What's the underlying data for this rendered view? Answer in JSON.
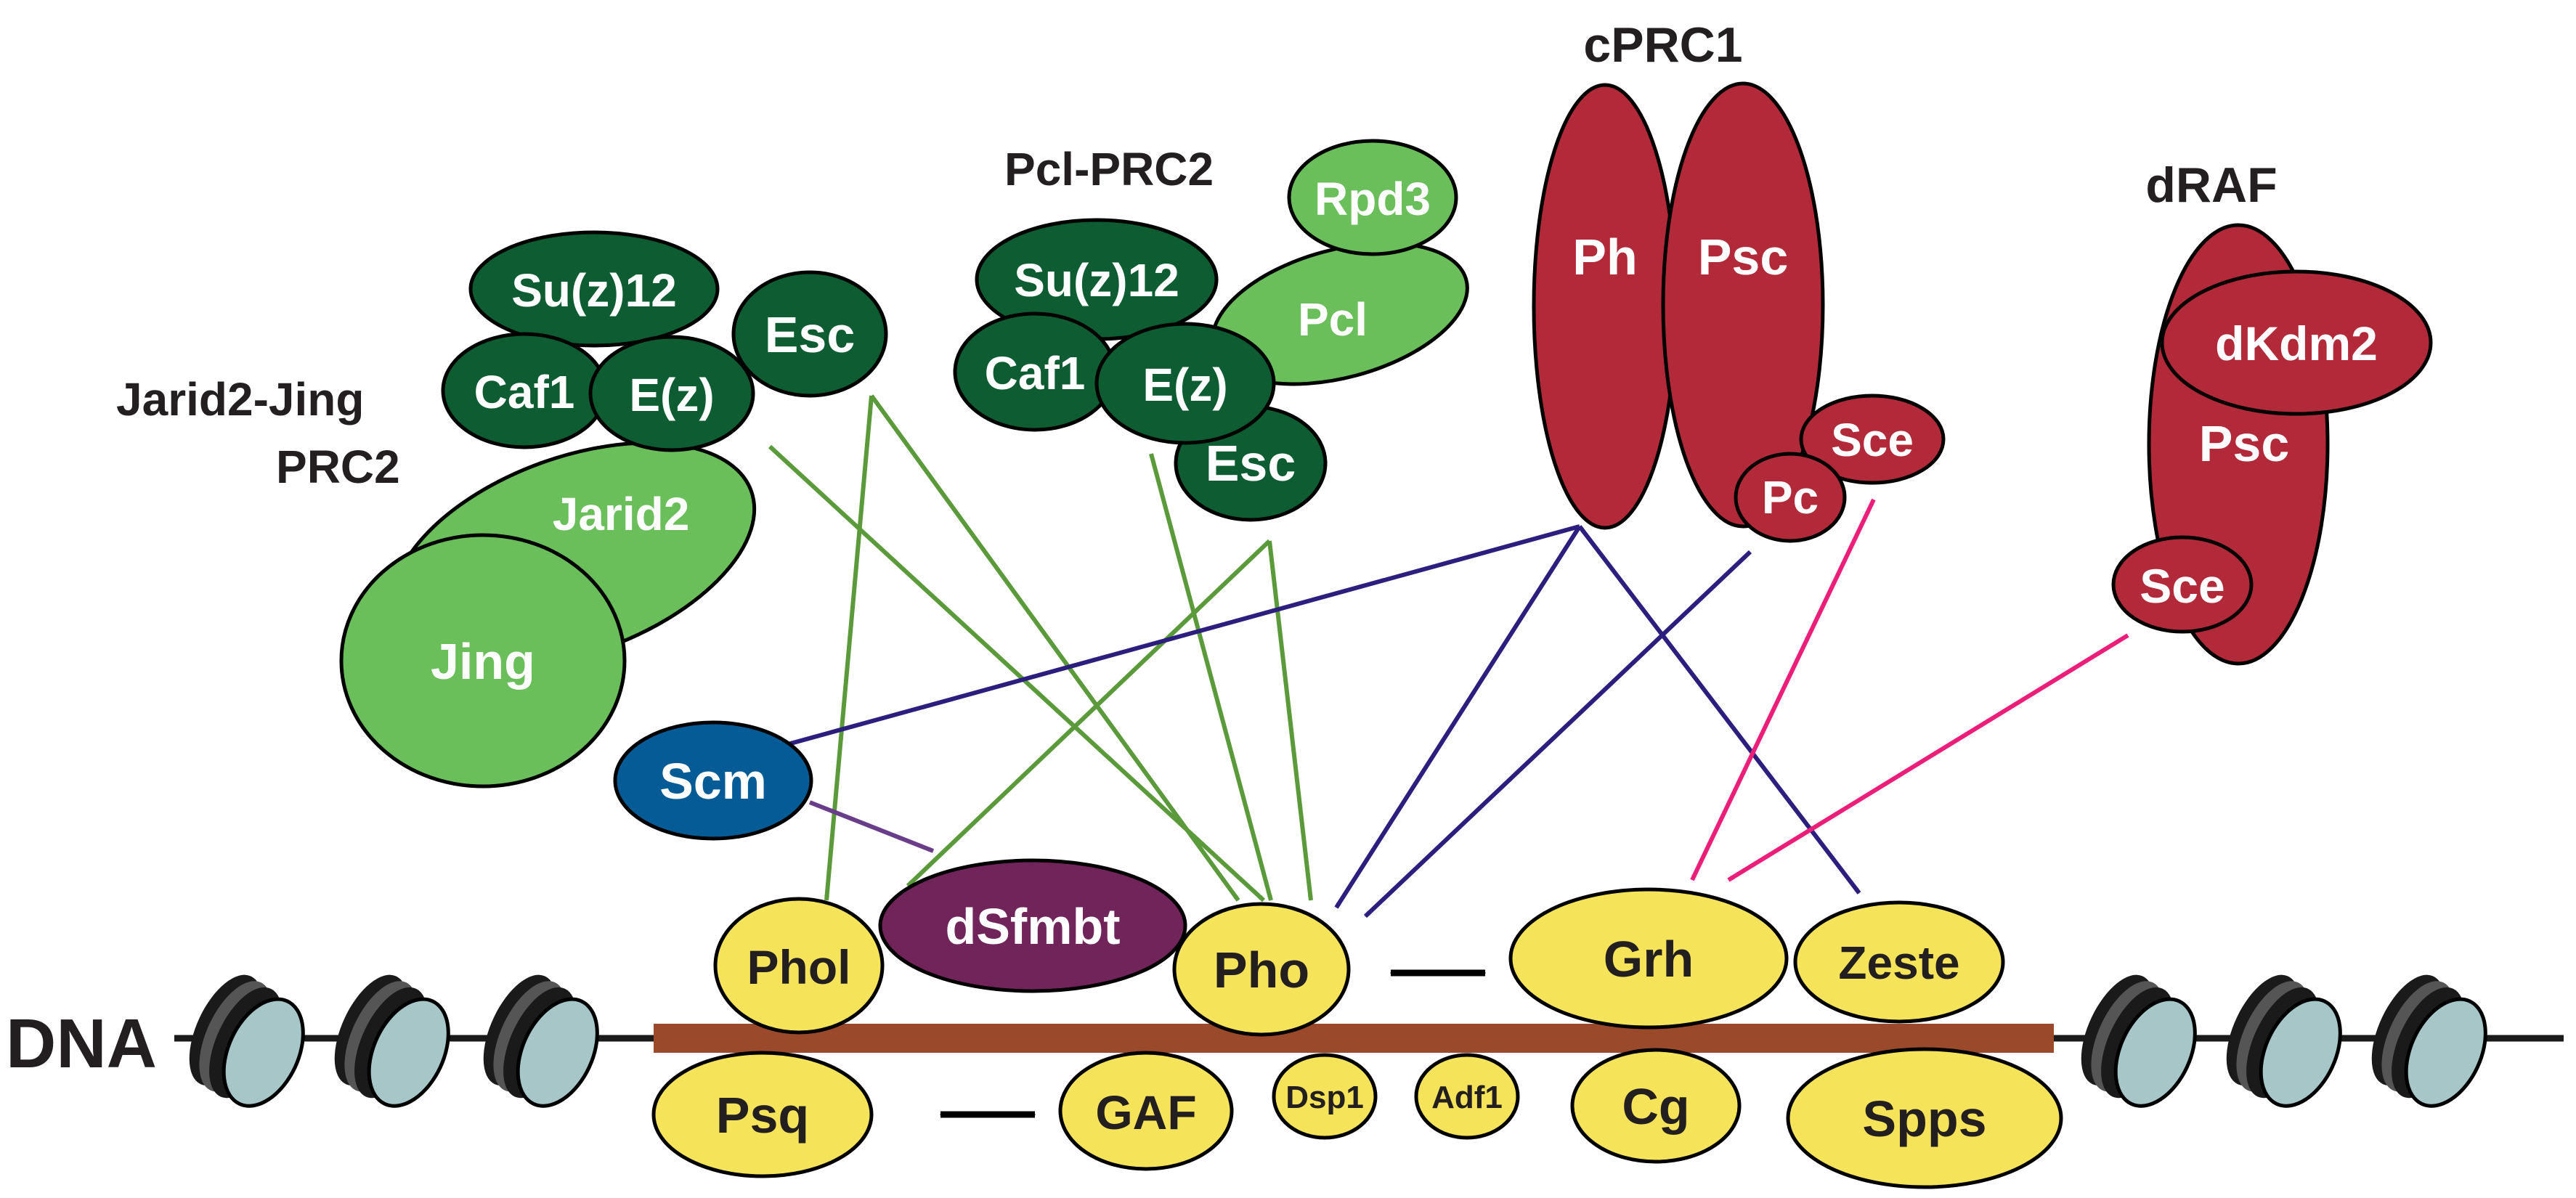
{
  "complexes": {
    "jarid2_jing": {
      "title_line1": "Jarid2-Jing",
      "title_line2": "PRC2",
      "suz12": "Su(z)12",
      "esc": "Esc",
      "caf1": "Caf1",
      "ez": "E(z)",
      "jarid2": "Jarid2",
      "jing": "Jing"
    },
    "pcl_prc2": {
      "title": "Pcl-PRC2",
      "rpd3": "Rpd3",
      "suz12": "Su(z)12",
      "pcl": "Pcl",
      "caf1": "Caf1",
      "ez": "E(z)",
      "esc": "Esc"
    },
    "cprc1": {
      "title": "cPRC1",
      "ph": "Ph",
      "psc": "Psc",
      "sce": "Sce",
      "pc": "Pc"
    },
    "draf": {
      "title": "dRAF",
      "dkdm2": "dKdm2",
      "psc": "Psc",
      "sce": "Sce"
    }
  },
  "dna_binding": {
    "dna_label": "DNA",
    "scm": "Scm",
    "dsfmbt": "dSfmbt",
    "phol": "Phol",
    "pho": "Pho",
    "grh": "Grh",
    "zeste": "Zeste",
    "psq": "Psq",
    "gaf": "GAF",
    "dsp1": "Dsp1",
    "adf1": "Adf1",
    "cg": "Cg",
    "spps": "Spps"
  },
  "colors": {
    "prc2_core": "#0d5c32",
    "prc2_accessory": "#6abf5a",
    "prc1": "#b22a3a",
    "dna_binding_protein": "#f5e35a",
    "scm": "#045b96",
    "dsfmbt": "#70245a",
    "arrow_prc2": "#5a9a3a",
    "arrow_prc1": "#2b1e7e",
    "arrow_sce": "#ec1e79",
    "arrow_scm": "#6a3d8a",
    "dna_bar": "#9a4a2a",
    "nucleosome": "#a6c6c8"
  }
}
